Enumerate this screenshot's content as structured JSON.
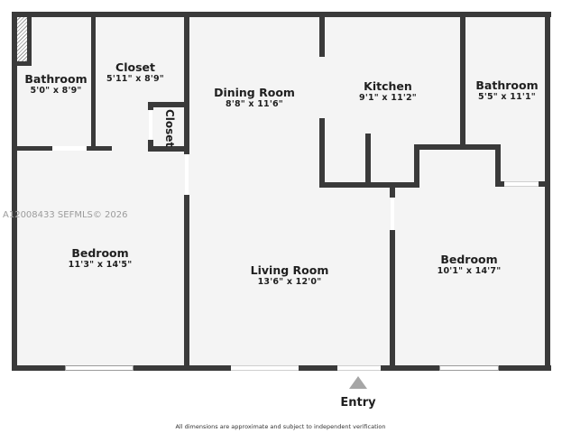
{
  "floorplan": {
    "rooms": [
      {
        "name": "Bathroom",
        "dims": "5'0\" x 8'9\""
      },
      {
        "name": "Closet",
        "dims": "5'11\" x 8'9\""
      },
      {
        "name": "Closet",
        "dims": ""
      },
      {
        "name": "Dining Room",
        "dims": "8'8\" x 11'6\""
      },
      {
        "name": "Kitchen",
        "dims": "9'1\" x 11'2\""
      },
      {
        "name": "Bathroom",
        "dims": "5'5\" x 11'1\""
      },
      {
        "name": "Bedroom",
        "dims": "11'3\" x 14'5\""
      },
      {
        "name": "Living Room",
        "dims": "13'6\" x 12'0\""
      },
      {
        "name": "Bedroom",
        "dims": "10'1\" x 14'7\""
      }
    ],
    "entry_label": "Entry",
    "watermark": "A12008433  SEFMLS© 2026",
    "footnote": "All dimensions are approximate and subject to independent verification",
    "colors": {
      "wall": "#3a3a3a",
      "floor": "#f4f4f4",
      "entry_arrow": "#a6a6a6",
      "text": "#1f1f1f"
    }
  }
}
